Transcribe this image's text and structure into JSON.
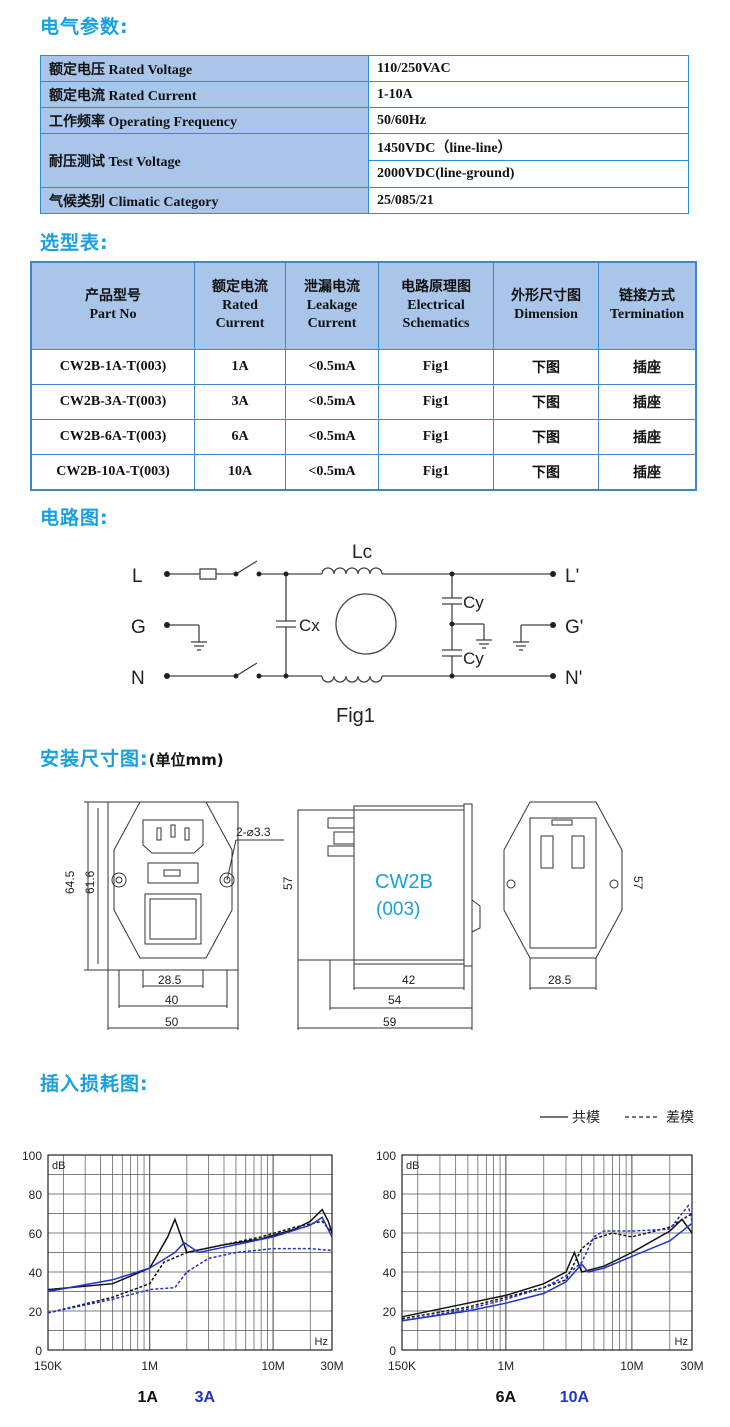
{
  "sections": {
    "electrical": "电气参数:",
    "selection": "选型表:",
    "circuit": "电路图:",
    "install": "安装尺寸图:",
    "install_unit": "(单位mm)",
    "insertion": "插入损耗图:"
  },
  "params": [
    {
      "label": "额定电压 Rated Voltage",
      "value": "110/250VAC"
    },
    {
      "label": "额定电流 Rated Current",
      "value": "1-10A"
    },
    {
      "label": "工作频率 Operating Frequency",
      "value": "50/60Hz"
    },
    {
      "label": "耐压测试 Test Voltage",
      "value": "1450VDC（line-line）",
      "value2": "2000VDC(line-ground)"
    },
    {
      "label": "气候类别 Climatic Category",
      "value": "25/085/21"
    }
  ],
  "selection_table": {
    "headers": [
      {
        "cn": "产品型号",
        "en": "Part No"
      },
      {
        "cn": "额定电流",
        "en": "Rated",
        "en2": "Current"
      },
      {
        "cn": "泄漏电流",
        "en": "Leakage",
        "en2": "Current"
      },
      {
        "cn": "电路原理图",
        "en": "Electrical",
        "en2": "Schematics"
      },
      {
        "cn": "外形尺寸图",
        "en": "Dimension"
      },
      {
        "cn": "链接方式",
        "en": "Termination"
      }
    ],
    "rows": [
      [
        "CW2B-1A-T(003)",
        "1A",
        "<0.5mA",
        "Fig1",
        "下图",
        "插座"
      ],
      [
        "CW2B-3A-T(003)",
        "3A",
        "<0.5mA",
        "Fig1",
        "下图",
        "插座"
      ],
      [
        "CW2B-6A-T(003)",
        "6A",
        "<0.5mA",
        "Fig1",
        "下图",
        "插座"
      ],
      [
        "CW2B-10A-T(003)",
        "10A",
        "<0.5mA",
        "Fig1",
        "下图",
        "插座"
      ]
    ]
  },
  "circuit": {
    "L": "L",
    "G": "G",
    "N": "N",
    "L2": "L'",
    "G2": "G'",
    "N2": "N'",
    "Lc": "Lc",
    "Cx": "Cx",
    "Cy1": "Cy",
    "Cy2": "Cy",
    "caption": "Fig1"
  },
  "dimensions": {
    "d645": "64.5",
    "d616": "61.6",
    "hole": "2-⌀3.3",
    "d285a": "28.5",
    "d40": "40",
    "d50": "50",
    "d57a": "57",
    "model": "CW2B",
    "model_sub": "(003)",
    "d42": "42",
    "d54": "54",
    "d59": "59",
    "d57b": "57",
    "d285b": "28.5"
  },
  "legend": {
    "cm": "共模",
    "dm": "差模"
  },
  "chart_data": [
    {
      "type": "line",
      "title": "",
      "x_scale": "log",
      "xlim": [
        "150K",
        "30M"
      ],
      "ylim": [
        0,
        100
      ],
      "ylabel": "dB",
      "xlabel": "Hz",
      "yticks": [
        "100",
        "80",
        "60",
        "40",
        "20",
        "0"
      ],
      "xticks": [
        "150K",
        "1M",
        "10M",
        "30M"
      ],
      "labels": [
        "1A",
        "3A"
      ],
      "series": [
        {
          "name": "1A",
          "color": "#111111",
          "style": "solid",
          "x": [
            0.15,
            0.5,
            1,
            1.4,
            1.6,
            2,
            4,
            8,
            15,
            20,
            25,
            28,
            30
          ],
          "y": [
            31,
            34,
            42,
            58,
            67,
            50,
            54,
            57,
            62,
            66,
            72,
            66,
            60
          ]
        },
        {
          "name": "1A",
          "color": "#111111",
          "style": "dashed",
          "x": [
            0.15,
            0.5,
            1,
            1.3,
            2,
            4,
            8,
            15,
            25,
            30
          ],
          "y": [
            19,
            27,
            34,
            45,
            50,
            54,
            58,
            63,
            66,
            60
          ]
        },
        {
          "name": "3A",
          "color": "#2233cc",
          "style": "solid",
          "x": [
            0.15,
            0.5,
            1,
            1.6,
            1.9,
            2.5,
            5,
            10,
            20,
            25,
            30
          ],
          "y": [
            30,
            36,
            42,
            50,
            55,
            50,
            54,
            58,
            64,
            68,
            58
          ]
        },
        {
          "name": "3A",
          "color": "#2233cc",
          "style": "dashed",
          "x": [
            0.15,
            0.5,
            1,
            1.6,
            2,
            3,
            5,
            10,
            20,
            30
          ],
          "y": [
            19,
            26,
            31,
            32,
            40,
            47,
            50,
            52,
            52,
            51
          ]
        }
      ]
    },
    {
      "type": "line",
      "title": "",
      "x_scale": "log",
      "xlim": [
        "150K",
        "30M"
      ],
      "ylim": [
        0,
        100
      ],
      "ylabel": "dB",
      "xlabel": "Hz",
      "yticks": [
        "100",
        "80",
        "60",
        "40",
        "20",
        "0"
      ],
      "xticks": [
        "150K",
        "1M",
        "10M",
        "30M"
      ],
      "labels": [
        "6A",
        "10A"
      ],
      "series": [
        {
          "name": "6A",
          "color": "#111111",
          "style": "solid",
          "x": [
            0.15,
            0.5,
            1,
            2,
            3,
            3.5,
            4,
            6,
            10,
            20,
            25,
            30
          ],
          "y": [
            17,
            24,
            28,
            34,
            40,
            50,
            40,
            43,
            50,
            61,
            67,
            60
          ]
        },
        {
          "name": "6A",
          "color": "#111111",
          "style": "dashed",
          "x": [
            0.15,
            0.5,
            1,
            2,
            3,
            4,
            5,
            7,
            10,
            20,
            30
          ],
          "y": [
            16,
            22,
            27,
            32,
            36,
            52,
            57,
            60,
            58,
            63,
            70
          ]
        },
        {
          "name": "10A",
          "color": "#2233cc",
          "style": "solid",
          "x": [
            0.15,
            0.5,
            1,
            2,
            3,
            4,
            4.5,
            6,
            10,
            20,
            30
          ],
          "y": [
            15,
            20,
            24,
            29,
            35,
            44,
            40,
            42,
            48,
            56,
            65
          ]
        },
        {
          "name": "10A",
          "color": "#2233cc",
          "style": "dashed",
          "x": [
            0.15,
            0.5,
            1,
            2,
            3,
            4,
            5,
            6,
            10,
            20,
            28,
            30
          ],
          "y": [
            15,
            21,
            26,
            32,
            38,
            45,
            58,
            61,
            61,
            62,
            74,
            66
          ]
        }
      ]
    }
  ]
}
